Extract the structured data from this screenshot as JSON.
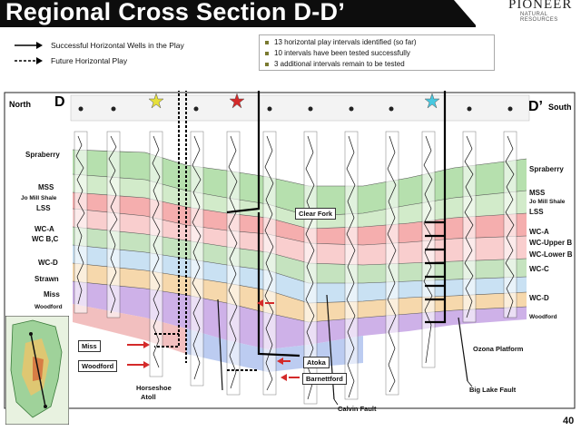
{
  "title": "Regional Cross Section D-D’",
  "logo": {
    "name": "PIONEER",
    "sub": "NATURAL RESOURCES"
  },
  "legend": {
    "solid": "Successful Horizontal Wells in the Play",
    "dashed": "Future Horizontal Play"
  },
  "bullets": [
    "13 horizontal play intervals identified (so far)",
    "10 intervals have been tested successfully",
    "3 additional intervals remain to be tested"
  ],
  "section": {
    "left_dir": "North",
    "left_letter": "D",
    "right_letter": "D’",
    "right_dir": "South"
  },
  "left_labels": [
    "Spraberry",
    "MSS",
    "Jo Mill Shale",
    "LSS",
    "WC-A",
    "WC B,C",
    "WC-D",
    "Strawn",
    "Miss",
    "Woodford"
  ],
  "right_labels": [
    "Spraberry",
    "MSS",
    "Jo Mill Shale",
    "LSS",
    "WC-A",
    "WC-Upper B",
    "WC-Lower B",
    "WC-C",
    "WC-D",
    "Woodford"
  ],
  "callouts": {
    "clear_fork": "Clear Fork",
    "atoka": "Atoka",
    "barnett": "Barnettford",
    "miss": "Miss",
    "woodford": "Woodford"
  },
  "annotations": {
    "horseshoe": "Horseshoe",
    "atoll": "Atoll",
    "calvin": "Calvin Fault",
    "biglake": "Big Lake Fault",
    "ozona": "Ozona Platform"
  },
  "page_number": "40",
  "colors": {
    "spraberry": "#a9dba0",
    "wolfcamp": "#f3a0a0",
    "strawn": "#c6dff2",
    "miss": "#f6d6a8",
    "woodford": "#c9a9e6",
    "atoka": "#b8c9f0",
    "arrow_red": "#d42a2a"
  }
}
